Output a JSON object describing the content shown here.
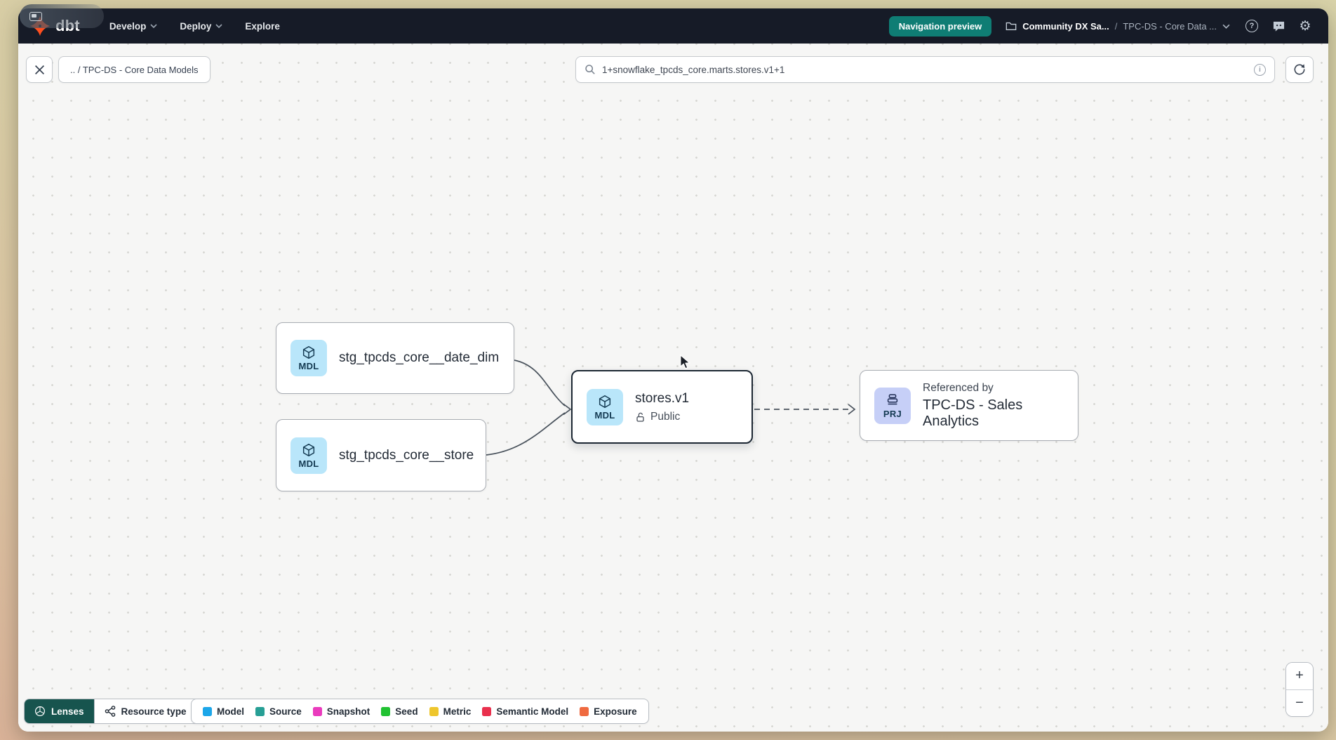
{
  "app": {
    "brand": "dbt",
    "accent_teal": "#0f7d74",
    "navbar_bg": "#161b27"
  },
  "navbar": {
    "menus": [
      {
        "label": "Develop"
      },
      {
        "label": "Deploy"
      },
      {
        "label": "Explore"
      }
    ],
    "preview_badge": "Navigation preview",
    "account": "Community DX Sa...",
    "breadcrumb_separator": "/",
    "project": "TPC-DS - Core Data ...",
    "help_glyph": "?",
    "info_glyph": "i",
    "gear_glyph": "⚙"
  },
  "toolbar": {
    "breadcrumb_chip": ".. / TPC-DS - Core Data Models",
    "search_value": "1+snowflake_tpcds_core.marts.stores.v1+1"
  },
  "graph": {
    "badge_colors": {
      "model_bg": "#b9e6fa",
      "project_bg": "#c6cff7"
    },
    "nodes": {
      "date_dim": {
        "badge": "MDL",
        "label": "stg_tpcds_core__date_dim"
      },
      "store": {
        "badge": "MDL",
        "label": "stg_tpcds_core__store"
      },
      "stores_v1": {
        "badge": "MDL",
        "label": "stores.v1",
        "access": "Public"
      },
      "sales_analytics": {
        "badge": "PRJ",
        "kicker": "Referenced by",
        "label": "TPC-DS - Sales Analytics"
      }
    }
  },
  "footer": {
    "lenses_label": "Lenses",
    "lenses_bg": "#17544e",
    "resource_type_label": "Resource type",
    "legend": [
      {
        "label": "Model",
        "color": "#1ca6e9"
      },
      {
        "label": "Source",
        "color": "#279f95"
      },
      {
        "label": "Snapshot",
        "color": "#ea3bbd"
      },
      {
        "label": "Seed",
        "color": "#21c232"
      },
      {
        "label": "Metric",
        "color": "#eec62d"
      },
      {
        "label": "Semantic Model",
        "color": "#e9304d"
      },
      {
        "label": "Exposure",
        "color": "#ef6a40"
      }
    ]
  },
  "zoom_controls": {
    "zoom_in": "+",
    "zoom_out": "−"
  }
}
